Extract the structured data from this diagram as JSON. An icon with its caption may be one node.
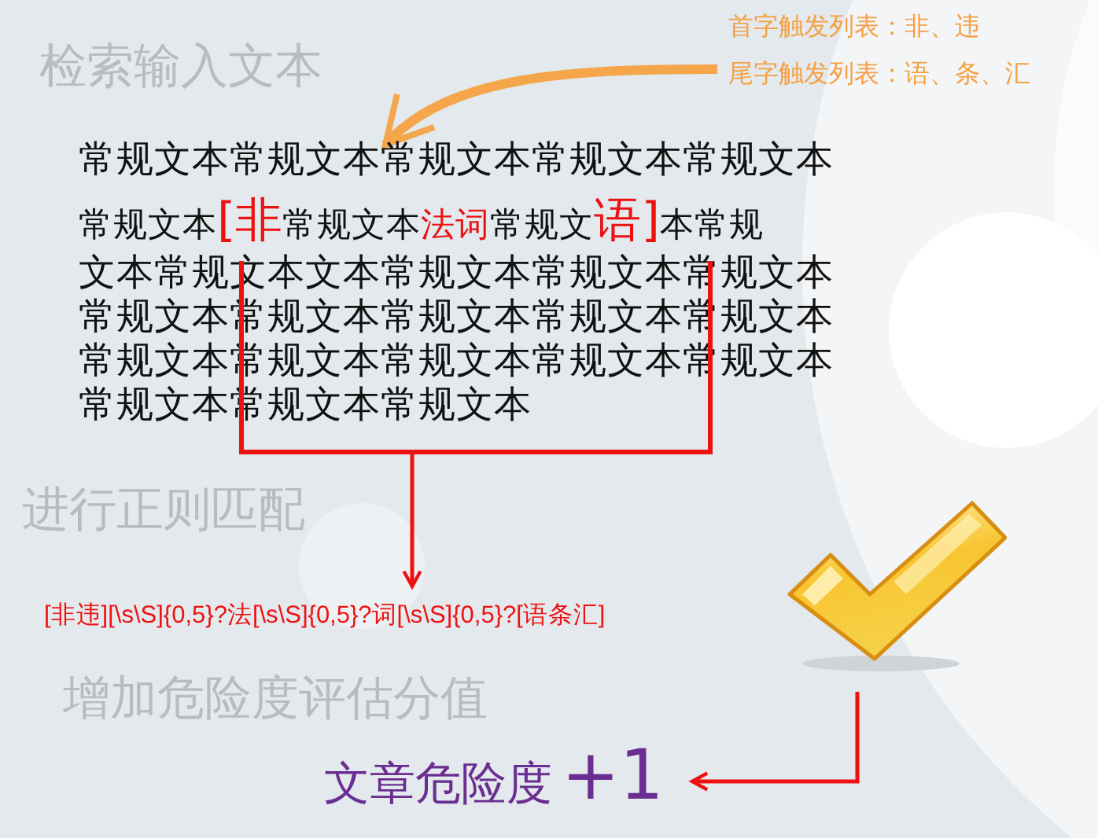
{
  "diagram": {
    "nodes": [
      {
        "text": [
          "首字触发列表：非、违",
          "尾字触发列表：语、条、汇"
        ]
      },
      {
        "text": [
          "常规文本常规文本常规文本常规文本常规文本"
        ]
      },
      {
        "text": [],
        "shape": "box"
      },
      {
        "text": [
          "[非违][\\s\\S]{0,5}?法[\\s\\S]{0,5}?词[\\s\\S]{0,5}?[语条汇]"
        ]
      },
      {
        "text": [],
        "shape": "picture"
      },
      {
        "text": [
          "文章危险度",
          "+1"
        ]
      }
    ],
    "edges": [
      {
        "from": 0,
        "to": 1,
        "arrow": "to",
        "style": "thick",
        "color": "#f5a54a"
      },
      {
        "from": 2,
        "to": 3,
        "arrow": "to"
      },
      {
        "from": 4,
        "to": 5,
        "arrow": "to"
      }
    ],
    "labels": [
      "检索输入文本",
      "常规文本",
      "[非",
      "常规文本",
      "法词",
      "常规文",
      "语]",
      "本常规",
      "文本常规文本文本常规文本常规文本常规文本",
      "常规文本常规文本常规文本常规文本常规文本",
      "常规文本常规文本常规文本常规文本常规文本",
      "常规文本常规文本常规文本",
      "进行正则匹配",
      "增加危险度评估分值"
    ]
  }
}
